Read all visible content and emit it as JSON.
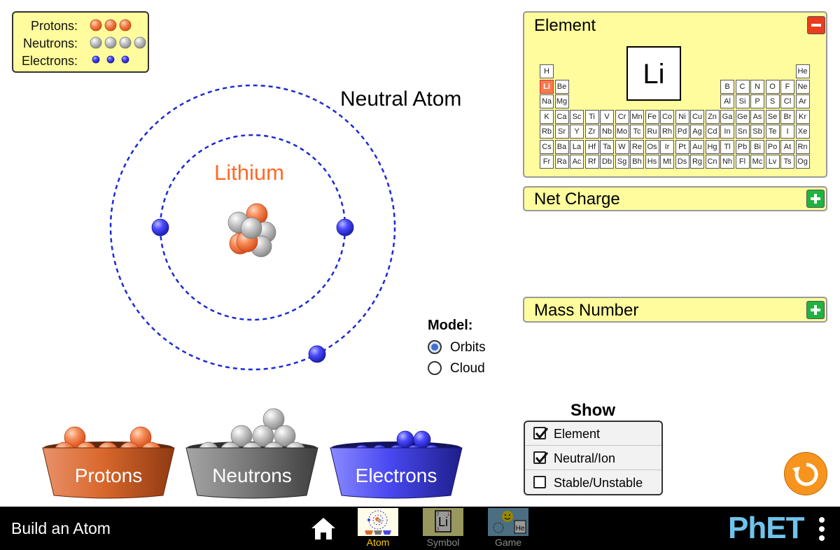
{
  "legend": {
    "protons_label": "Protons:",
    "neutrons_label": "Neutrons:",
    "electrons_label": "Electrons:",
    "proton_count": 3,
    "neutron_count": 4,
    "electron_count": 3
  },
  "atom": {
    "charge_label": "Neutral Atom",
    "element_name": "Lithium"
  },
  "model": {
    "title": "Model:",
    "options": [
      "Orbits",
      "Cloud"
    ],
    "selected": "Orbits"
  },
  "element_panel": {
    "title": "Element",
    "symbol": "Li",
    "selected_symbol": "Li",
    "periodic_table": [
      [
        "H",
        "",
        "",
        "",
        "",
        "",
        "",
        "",
        "",
        "",
        "",
        "",
        "",
        "",
        "",
        "",
        "",
        "He"
      ],
      [
        "Li",
        "Be",
        "",
        "",
        "",
        "",
        "",
        "",
        "",
        "",
        "",
        "",
        "B",
        "C",
        "N",
        "O",
        "F",
        "Ne"
      ],
      [
        "Na",
        "Mg",
        "",
        "",
        "",
        "",
        "",
        "",
        "",
        "",
        "",
        "",
        "Al",
        "Si",
        "P",
        "S",
        "Cl",
        "Ar"
      ],
      [
        "K",
        "Ca",
        "Sc",
        "Ti",
        "V",
        "Cr",
        "Mn",
        "Fe",
        "Co",
        "Ni",
        "Cu",
        "Zn",
        "Ga",
        "Ge",
        "As",
        "Se",
        "Br",
        "Kr"
      ],
      [
        "Rb",
        "Sr",
        "Y",
        "Zr",
        "Nb",
        "Mo",
        "Tc",
        "Ru",
        "Rh",
        "Pd",
        "Ag",
        "Cd",
        "In",
        "Sn",
        "Sb",
        "Te",
        "I",
        "Xe"
      ],
      [
        "Cs",
        "Ba",
        "La",
        "Hf",
        "Ta",
        "W",
        "Re",
        "Os",
        "Ir",
        "Pt",
        "Au",
        "Hg",
        "Tl",
        "Pb",
        "Bi",
        "Po",
        "At",
        "Rn"
      ],
      [
        "Fr",
        "Ra",
        "Ac",
        "Rf",
        "Db",
        "Sg",
        "Bh",
        "Hs",
        "Mt",
        "Ds",
        "Rg",
        "Cn",
        "Nh",
        "Fl",
        "Mc",
        "Lv",
        "Ts",
        "Og"
      ]
    ]
  },
  "net_charge_panel": {
    "title": "Net Charge"
  },
  "mass_number_panel": {
    "title": "Mass Number"
  },
  "show": {
    "title": "Show",
    "options": [
      {
        "label": "Element",
        "checked": true
      },
      {
        "label": "Neutral/Ion",
        "checked": true
      },
      {
        "label": "Stable/Unstable",
        "checked": false
      }
    ]
  },
  "buckets": {
    "protons_label": "Protons",
    "neutrons_label": "Neutrons",
    "electrons_label": "Electrons"
  },
  "navbar": {
    "title": "Build an Atom",
    "screens": [
      {
        "label": "Atom",
        "active": true
      },
      {
        "label": "Symbol",
        "active": false
      },
      {
        "label": "Game",
        "active": false
      }
    ],
    "logo": "PhET"
  },
  "colors": {
    "proton": "#f26b3a",
    "neutron": "#b5b5b5",
    "electron": "#3a3af0",
    "orbit": "#1b2ad6",
    "panel": "#fefc9c",
    "element_name": "#ff6a26",
    "active_screen": "#ffcc00",
    "phet_blue": "#6fc4ec"
  }
}
